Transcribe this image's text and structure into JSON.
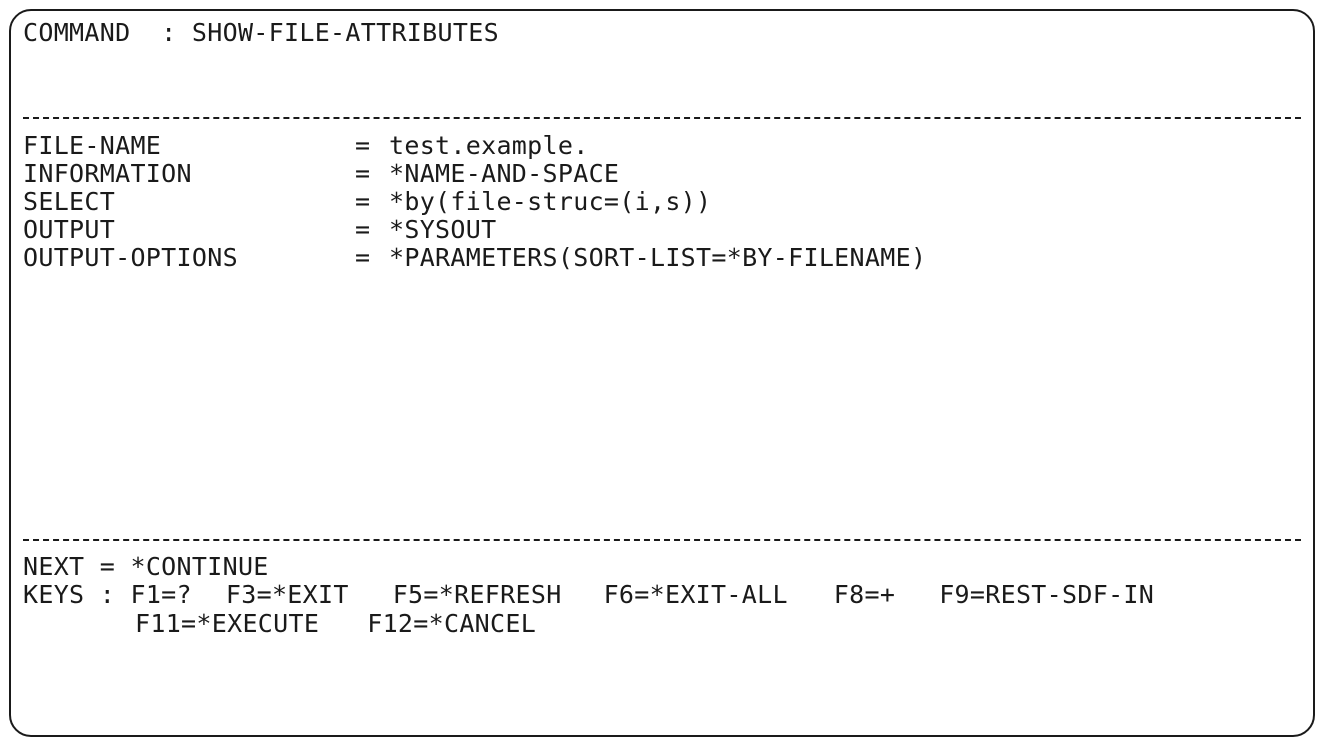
{
  "command": {
    "label": "COMMAND",
    "separator": ":",
    "value": "SHOW-FILE-ATTRIBUTES"
  },
  "operands": [
    {
      "name": "FILE-NAME",
      "value": "test.example."
    },
    {
      "name": "INFORMATION",
      "value": "*NAME-AND-SPACE"
    },
    {
      "name": "SELECT",
      "value": "*by(file-struc=(i,s))"
    },
    {
      "name": "OUTPUT",
      "value": "*SYSOUT"
    },
    {
      "name": "OUTPUT-OPTIONS",
      "value": "*PARAMETERS(SORT-LIST=*BY-FILENAME)"
    }
  ],
  "equals": "=",
  "next": {
    "label": "NEXT",
    "equals": "=",
    "value": "*CONTINUE"
  },
  "keys": {
    "label": "KEYS",
    "separator": ":",
    "row1": [
      "F1=?",
      "F3=*EXIT",
      "F5=*REFRESH",
      "F6=*EXIT-ALL",
      "F8=+",
      "F9=REST-SDF-IN"
    ],
    "row2": [
      "F11=*EXECUTE",
      "F12=*CANCEL"
    ]
  }
}
